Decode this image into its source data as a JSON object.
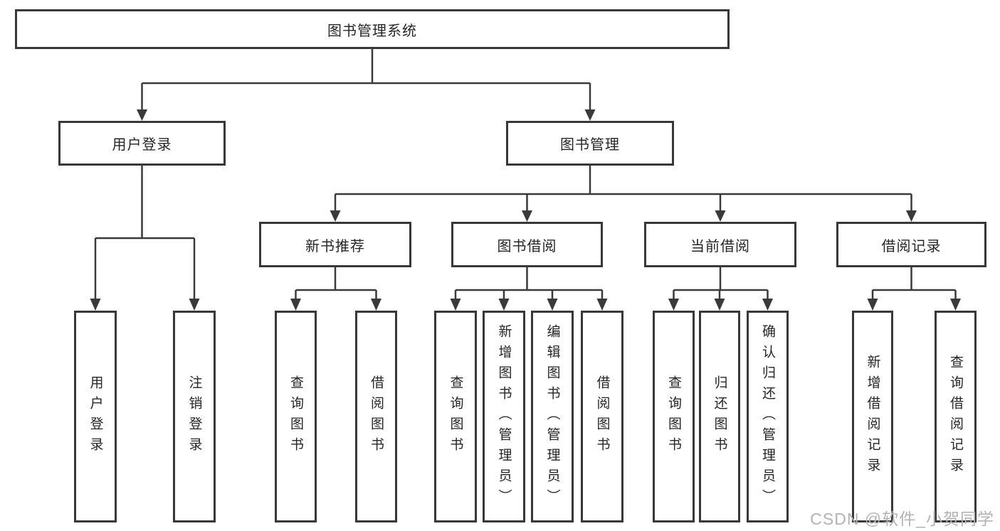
{
  "diagram": {
    "root": {
      "label": "图书管理系统"
    },
    "level2": [
      {
        "label": "用户登录"
      },
      {
        "label": "图书管理"
      }
    ],
    "level3": [
      {
        "label": "新书推荐"
      },
      {
        "label": "图书借阅"
      },
      {
        "label": "当前借阅"
      },
      {
        "label": "借阅记录"
      }
    ],
    "leaves": [
      {
        "label": "用户登录"
      },
      {
        "label": "注销登录"
      },
      {
        "label": "查询图书"
      },
      {
        "label": "借阅图书"
      },
      {
        "label": "查询图书"
      },
      {
        "label": "新增图书（管理员）"
      },
      {
        "label": "编辑图书（管理员）"
      },
      {
        "label": "借阅图书"
      },
      {
        "label": "查询图书"
      },
      {
        "label": "归还图书"
      },
      {
        "label": "确认归还（管理员）"
      },
      {
        "label": "新增借阅记录"
      },
      {
        "label": "查询借阅记录"
      }
    ]
  },
  "watermark": "CSDN @软件_小贺同学",
  "colors": {
    "line": "#3a3a3a",
    "border": "#383838",
    "text": "#262626",
    "watermark": "#b3b3b3",
    "background": "#ffffff"
  }
}
